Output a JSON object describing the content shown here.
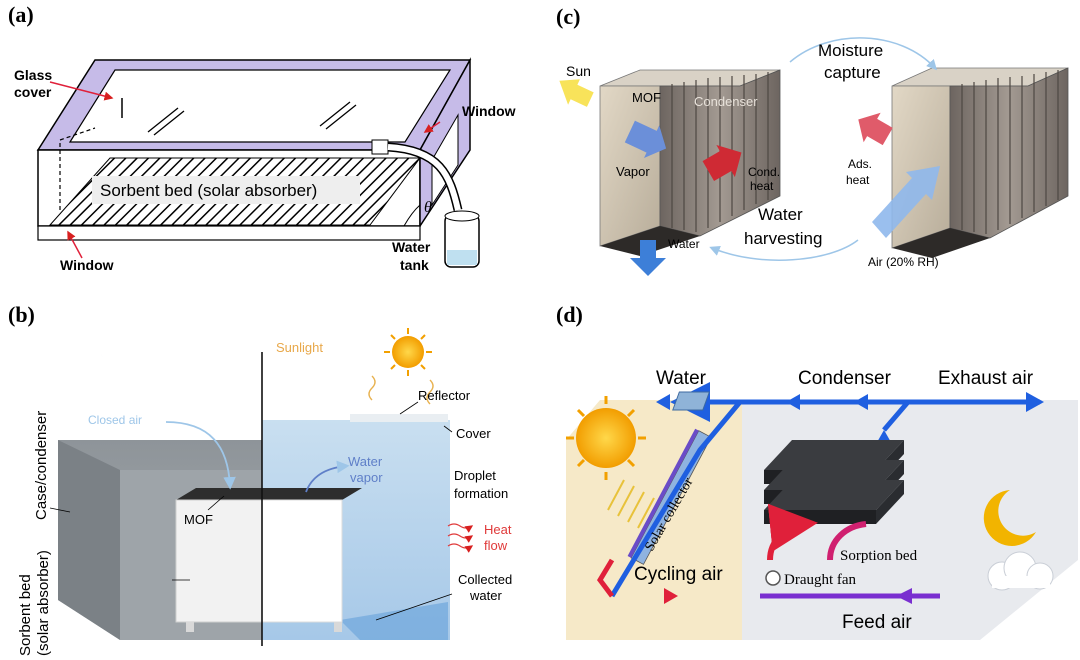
{
  "panel_a": {
    "letter": "(a)",
    "glass_cover_1": "Glass",
    "glass_cover_2": "cover",
    "window_right": "Window",
    "window_left": "Window",
    "sorbent_bed": "Sorbent bed (solar absorber)",
    "theta": "θ",
    "water_tank_1": "Water",
    "water_tank_2": "tank"
  },
  "panel_b": {
    "letter": "(b)",
    "case_condenser": "Case/condenser",
    "sorbent_bed_1": "Sorbent bed",
    "sorbent_bed_2": "(solar absorber)",
    "closed_air": "Closed air",
    "sunlight": "Sunlight",
    "reflector": "Reflector",
    "cover": "Cover",
    "water_vapor_1": "Water",
    "water_vapor_2": "vapor",
    "droplet_1": "Droplet",
    "droplet_2": "formation",
    "heat_flow_1": "Heat",
    "heat_flow_2": "flow",
    "mof": "MOF",
    "collected_1": "Collected",
    "collected_2": "water"
  },
  "panel_c": {
    "letter": "(c)",
    "sun": "Sun",
    "mof": "MOF",
    "condenser": "Condenser",
    "vapor": "Vapor",
    "cond_heat_1": "Cond.",
    "cond_heat_2": "heat",
    "moisture_1": "Moisture",
    "moisture_2": "capture",
    "ads_heat_1": "Ads.",
    "ads_heat_2": "heat",
    "water_harvesting_1": "Water",
    "water_harvesting_2": "harvesting",
    "water": "Water",
    "air": "Air (20% RH)"
  },
  "panel_d": {
    "letter": "(d)",
    "water": "Water",
    "condenser": "Condenser",
    "exhaust_air": "Exhaust air",
    "solar_collector": "Solar collector",
    "sorption_bed": "Sorption bed",
    "cycling_air": "Cycling air",
    "draught_fan": "Draught fan",
    "feed_air": "Feed air"
  },
  "colors": {
    "frame_purple": "#b9aee0",
    "arrow_blue": "#1f5fe0",
    "arrow_red": "#e0203a",
    "cond_red": "#d9343f",
    "sun_yellow": "#f6b400",
    "vapor_blue": "#6f8fd0",
    "heat_red": "#e03a3a"
  }
}
